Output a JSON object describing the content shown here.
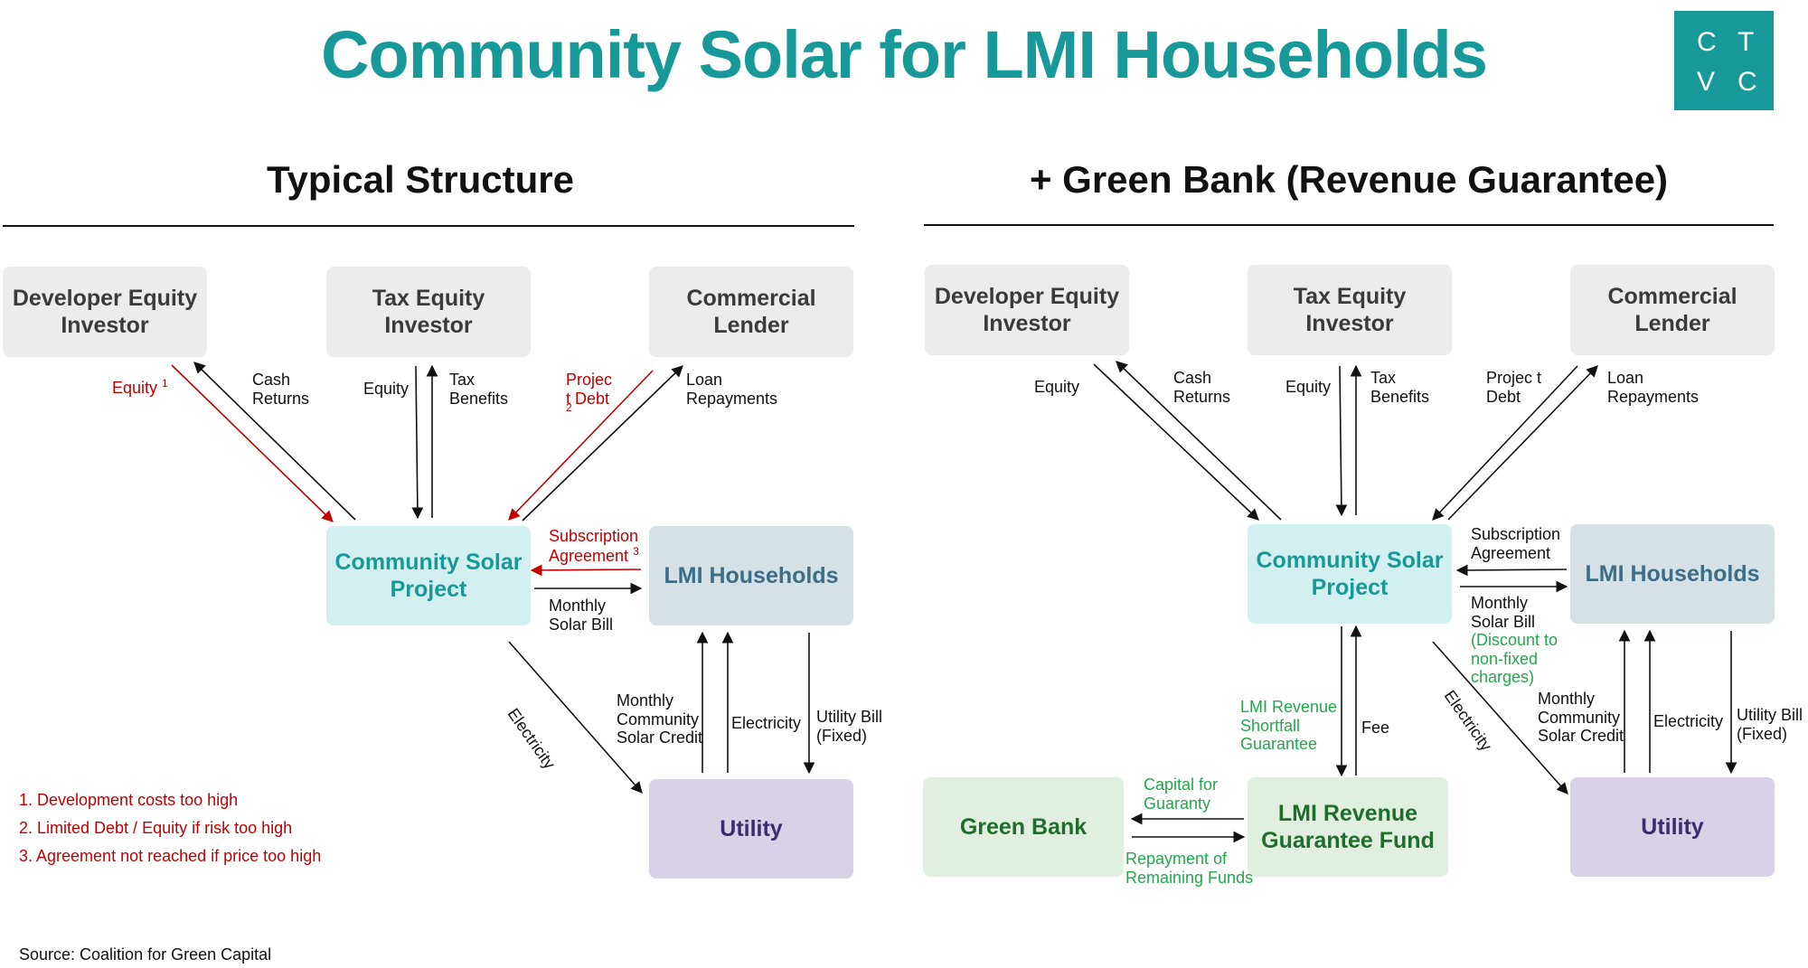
{
  "title": "Community Solar for LMI Households",
  "logo": {
    "letters": [
      "C",
      "T",
      "V",
      "C"
    ]
  },
  "left": {
    "heading": "Typical Structure",
    "boxes": {
      "dev": "Developer Equity Investor",
      "tax": "Tax Equity Investor",
      "lender": "Commercial Lender",
      "project": "Community Solar Project",
      "lmi": "LMI Households",
      "utility": "Utility"
    },
    "labels": {
      "equity1": "Equity",
      "equity1_sup": "1",
      "cash_returns": "Cash Returns",
      "equity": "Equity",
      "tax_benefits": "Tax Benefits",
      "project_debt_a": "Projec",
      "project_debt_b": "t Debt",
      "project_debt_sup": "2",
      "loan_repayments": "Loan Repayments",
      "subscription": "Subscription Agreement",
      "subscription_sup": "3",
      "monthly_solar_bill": "Monthly Solar Bill",
      "electricity_diag": "Electricity",
      "community_credit": "Monthly Community Solar Credit",
      "electricity": "Electricity",
      "utility_bill": "Utility Bill (Fixed)"
    },
    "notes": [
      "1. Development costs too high",
      "2. Limited Debt / Equity if risk too high",
      "3. Agreement not reached if price too high"
    ]
  },
  "right": {
    "heading": "+ Green Bank (Revenue Guarantee)",
    "boxes": {
      "dev": "Developer Equity Investor",
      "tax": "Tax Equity Investor",
      "lender": "Commercial Lender",
      "project": "Community Solar Project",
      "lmi": "LMI Households",
      "utility": "Utility",
      "fund": "LMI Revenue Guarantee Fund",
      "greenbank": "Green Bank"
    },
    "labels": {
      "equity_dev": "Equity",
      "cash_returns": "Cash Returns",
      "equity": "Equity",
      "tax_benefits": "Tax Benefits",
      "project_debt": "Projec t Debt",
      "loan_repayments": "Loan Repayments",
      "subscription": "Subscription Agreement",
      "monthly_solar_bill": "Monthly Solar Bill",
      "discount": "(Discount to non-fixed charges)",
      "electricity_diag": "Electricity",
      "community_credit": "Monthly Community Solar Credit",
      "electricity": "Electricity",
      "utility_bill": "Utility Bill (Fixed)",
      "shortfall": "LMI Revenue Shortfall Guarantee",
      "fee": "Fee",
      "capital": "Capital for Guaranty",
      "repayment": "Repayment of Remaining Funds"
    }
  },
  "source": "Source: Coalition for Green Capital",
  "colors": {
    "accent": "#17999a",
    "red": "#c00000",
    "green": "#22a84a",
    "gray_box": "#ececec",
    "teal_box": "#d3f0f1",
    "steel_box": "#d6e1e6",
    "purple_box": "#d9d1e6",
    "green_box": "#e1efe1"
  }
}
